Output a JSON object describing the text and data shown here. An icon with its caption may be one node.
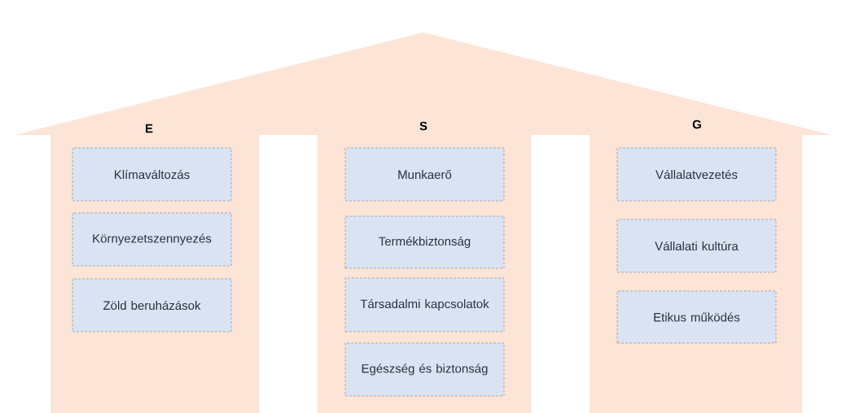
{
  "diagram": {
    "nodes": [
      {
        "text": [
          "E"
        ]
      },
      {
        "text": [
          "Klímaváltozás"
        ],
        "in": 0
      },
      {
        "text": [
          "Környezetszennyezés"
        ],
        "in": 0
      },
      {
        "text": [
          "Zöld beruházások"
        ],
        "in": 0
      },
      {
        "text": [
          "S"
        ]
      },
      {
        "text": [
          "Munkaerő"
        ],
        "in": 4
      },
      {
        "text": [
          "Termékbiztonság"
        ],
        "in": 4
      },
      {
        "text": [
          "Társadalmi kapcsolatok"
        ],
        "in": 4
      },
      {
        "text": [
          "Egészség és biztonság"
        ],
        "in": 4
      },
      {
        "text": [
          "G"
        ]
      },
      {
        "text": [
          "Vállalatvezetés"
        ],
        "in": 9
      },
      {
        "text": [
          "Vállalati kultúra"
        ],
        "in": 9
      },
      {
        "text": [
          "Etikus működés"
        ],
        "in": 9
      }
    ]
  }
}
